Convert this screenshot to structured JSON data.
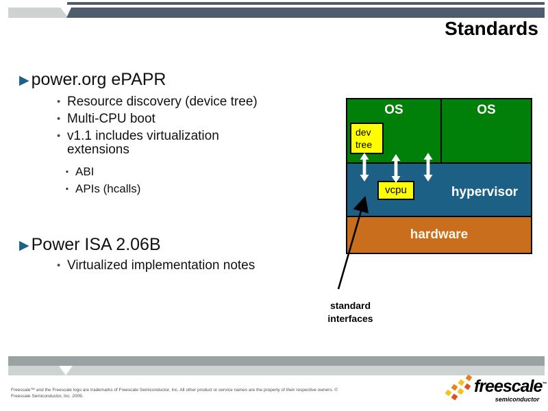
{
  "header": {
    "title": "Standards"
  },
  "content": {
    "sections": [
      {
        "heading": "power.org ePAPR",
        "items": [
          "Resource discovery (device tree)",
          "Multi-CPU boot",
          "v1.1 includes virtualization extensions"
        ],
        "subitems": [
          "ABI",
          "APIs (hcalls)"
        ]
      },
      {
        "heading": "Power ISA 2.06B",
        "items": [
          "Virtualized implementation notes"
        ]
      }
    ]
  },
  "diagram": {
    "os_left": "OS",
    "os_right": "OS",
    "dev_tree": "dev tree",
    "vcpu": "vcpu",
    "hypervisor": "hypervisor",
    "hardware": "hardware",
    "annotation": "standard interfaces",
    "colors": {
      "os_green": "#008009",
      "hypervisor_blue": "#1c6086",
      "hardware_orange": "#c96e1d",
      "callout_yellow": "#ffff00",
      "interface_arrow": "#ffffff",
      "bullet_triangle": "#1d6189",
      "header_bar": "#4e5c6e"
    }
  },
  "footer": {
    "disclaimer": "Freescale™ and the Freescale logo are trademarks of Freescale Semiconductor, Inc. All other product or service names are the property of their respective owners. © Freescale Semiconductor, Inc. 2009.",
    "logo": {
      "name": "freescale",
      "tm": "™",
      "tagline": "semiconductor"
    }
  }
}
